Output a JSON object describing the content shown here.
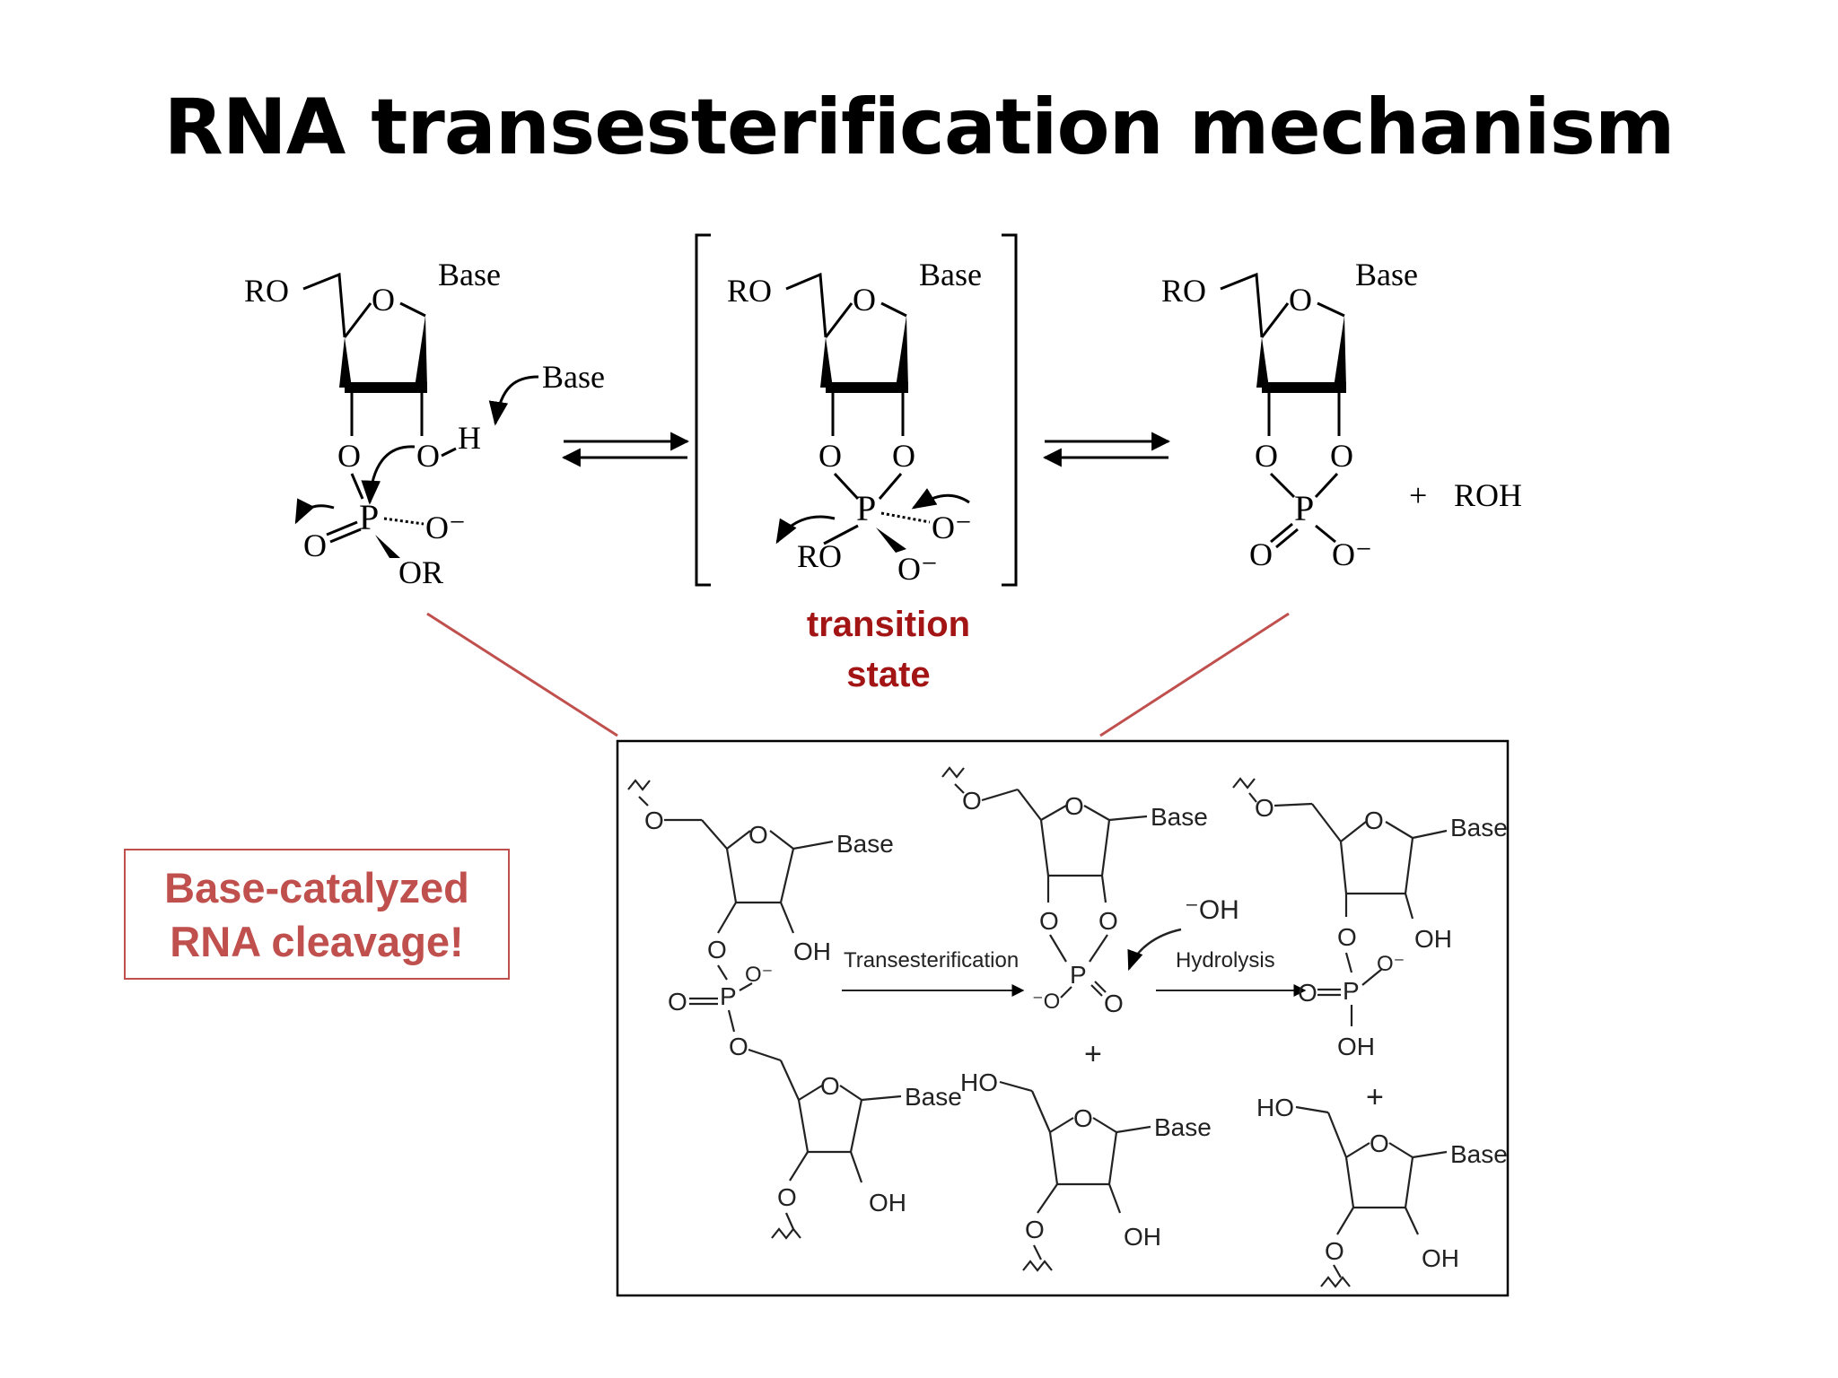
{
  "title": "RNA transesterification mechanism",
  "top_scheme": {
    "reactant": {
      "ro": "RO",
      "ring_o": "O",
      "base": "Base",
      "catalyst_base": "Base",
      "o2": "O",
      "oh": "O",
      "h": "H",
      "p": "P",
      "o_minus": "O⁻",
      "o_double": "O",
      "or": "OR"
    },
    "transition_state": {
      "ro": "RO",
      "ring_o": "O",
      "base": "Base",
      "o2": "O",
      "o3": "O",
      "p": "P",
      "ro_leaving": "RO",
      "o_minus_a": "O⁻",
      "o_minus_b": "O⁻"
    },
    "product": {
      "ro": "RO",
      "ring_o": "O",
      "base": "Base",
      "o2": "O",
      "o3": "O",
      "p": "P",
      "o_double": "O",
      "o_minus": "O⁻",
      "plus": "+",
      "roh": "ROH"
    },
    "transition_label": [
      "transition",
      "state"
    ]
  },
  "inset": {
    "arrow1_label": "Transesterification",
    "arrow2_label": "Hydrolysis",
    "hydroxide": "⁻OH",
    "base": "Base",
    "oh": "OH",
    "ho": "HO",
    "o": "O",
    "p": "P",
    "plus": "+",
    "o_minus": "O⁻",
    "minus_o": "⁻O"
  },
  "callout": [
    "Base-catalyzed",
    "RNA cleavage!"
  ],
  "colors": {
    "accent": "#c0504d",
    "transition_label": "#a31515"
  }
}
